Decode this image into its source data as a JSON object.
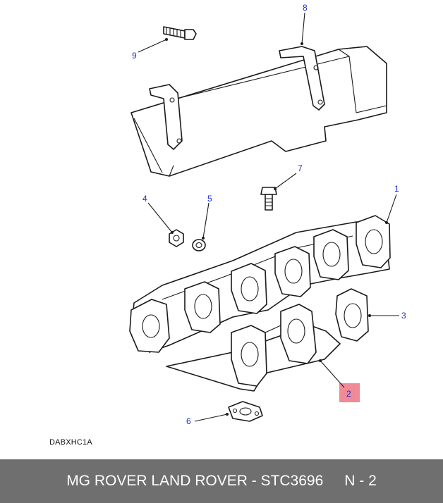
{
  "callouts": {
    "c1": "1",
    "c2": "2",
    "c3": "3",
    "c4": "4",
    "c5": "5",
    "c6": "6",
    "c7": "7",
    "c8": "8",
    "c9": "9"
  },
  "diagram_code": "DABXHC1A",
  "footer": {
    "title": "MG ROVER LAND ROVER - STC3696",
    "page": "N - 2"
  },
  "colors": {
    "callout_text": "#1f2fc8",
    "highlight": "#f08a96",
    "footer_bg": "#6f6f6f"
  }
}
